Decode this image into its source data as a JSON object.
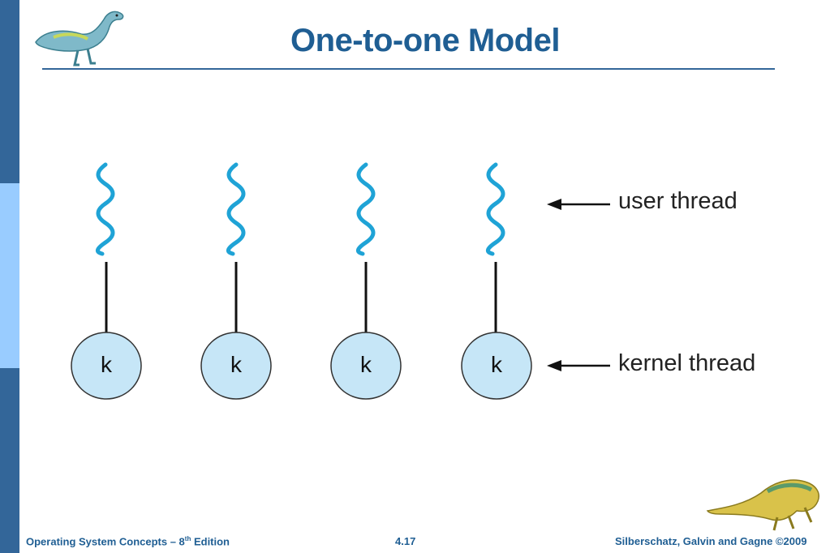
{
  "slide": {
    "title": "One-to-one Model"
  },
  "diagram": {
    "threads": [
      {
        "kernel_label": "k"
      },
      {
        "kernel_label": "k"
      },
      {
        "kernel_label": "k"
      },
      {
        "kernel_label": "k"
      }
    ],
    "user_thread_label": "user thread",
    "kernel_thread_label": "kernel thread"
  },
  "footer": {
    "left_prefix": "Operating System Concepts – 8",
    "left_sup": "th",
    "left_suffix": " Edition",
    "center": "4.17",
    "right": "Silberschatz, Galvin and Gagne ©2009"
  },
  "colors": {
    "sidebar": "#336699",
    "sidebar_accent": "#99ccff",
    "title": "#1f5e93",
    "wave": "#1fa3d6",
    "kernel_fill": "#c6e6f7"
  },
  "icons": {
    "top_left": "dinosaur-logo-icon",
    "bottom_right": "dinosaur-logo-icon"
  }
}
